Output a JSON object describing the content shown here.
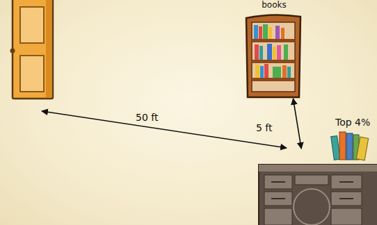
{
  "diagram": {
    "nodes": [
      {
        "text": [
          "books"
        ]
      },
      {
        "text": [
          "Top 4%"
        ]
      }
    ],
    "edges": [
      {
        "from": 0,
        "to": 1,
        "label": "5 ft",
        "arrow": "both"
      }
    ],
    "labels": [
      "50 ft"
    ]
  }
}
